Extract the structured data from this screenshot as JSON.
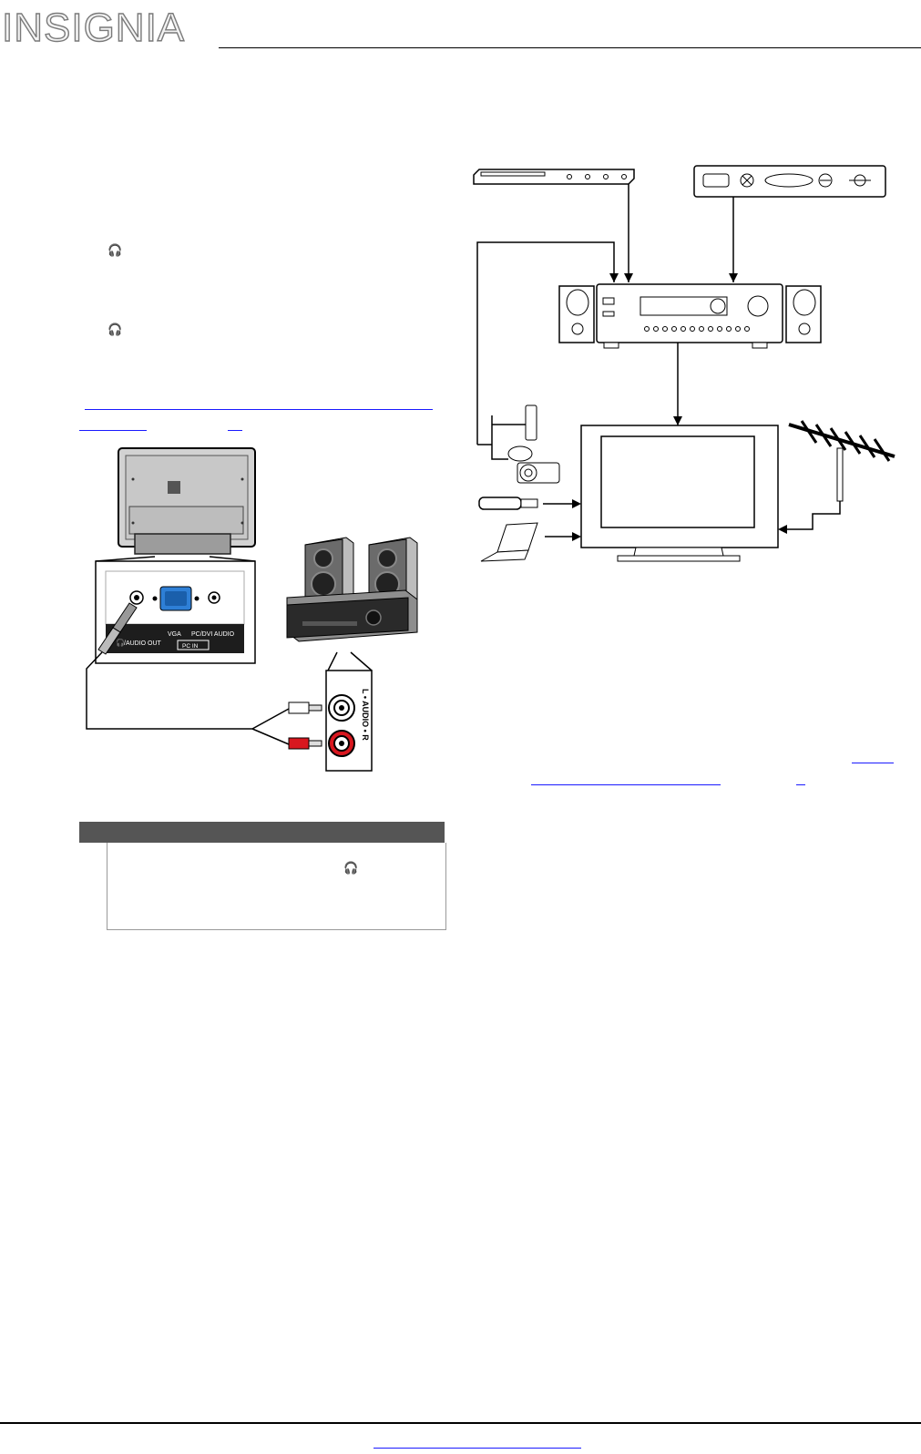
{
  "header": {
    "brand": "INSIGNIA"
  },
  "icons": {
    "headphone_glyph": "🎧",
    "headphone_name": "headphone-icon"
  },
  "figure_left": {
    "jack_label": "/AUDIO OUT",
    "vga_label": "VGA",
    "pc_audio_label": "PC/DVI AUDIO",
    "pc_in_label": "PC IN",
    "audio_port_label": "L • AUDIO • R"
  },
  "colors": {
    "note_header": "#555555",
    "link": "#1a1aff",
    "vga_port": "#2e7fd6",
    "rca_red": "#d8171f"
  }
}
